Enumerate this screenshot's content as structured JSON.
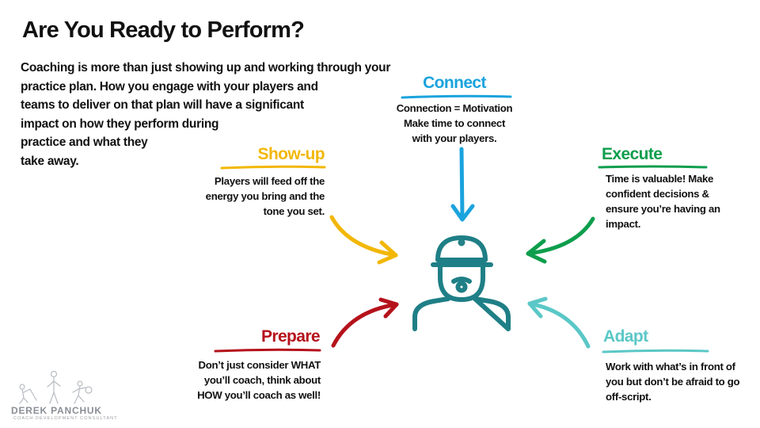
{
  "title": "Are You Ready to Perform?",
  "intro": [
    "Coaching is more than just showing up and working through your",
    "practice plan. How you engage with your players and",
    "teams to deliver on that plan will have a significant",
    "impact on how they perform during",
    "practice and what they",
    "take away."
  ],
  "center_icon": "coach-with-whistle-icon",
  "colors": {
    "connect": "#1aa3dd",
    "showup": "#f2b705",
    "execute": "#0d9e4c",
    "prepare": "#b5121b",
    "adapt": "#5bc7c7",
    "icon": "#1f7f86"
  },
  "nodes": {
    "connect": {
      "heading": "Connect",
      "lines": [
        "Connection = Motivation",
        "Make time to connect",
        "with your players."
      ]
    },
    "showup": {
      "heading": "Show-up",
      "lines": [
        "Players will feed off the",
        "energy you bring and the",
        "tone you set."
      ]
    },
    "execute": {
      "heading": "Execute",
      "lines": [
        "Time is valuable! Make",
        "confident decisions &",
        "ensure you’re having an",
        "impact."
      ]
    },
    "prepare": {
      "heading": "Prepare",
      "lines": [
        "Don’t just consider WHAT",
        "you’ll coach, think about",
        "HOW you’ll coach as well!"
      ]
    },
    "adapt": {
      "heading": "Adapt",
      "lines": [
        "Work with what’s in front of",
        "you but don’t be afraid to go",
        "off-script."
      ]
    }
  },
  "brand": {
    "name": "DEREK PANCHUK",
    "tagline": "COACH DEVELOPMENT CONSULTANT"
  }
}
